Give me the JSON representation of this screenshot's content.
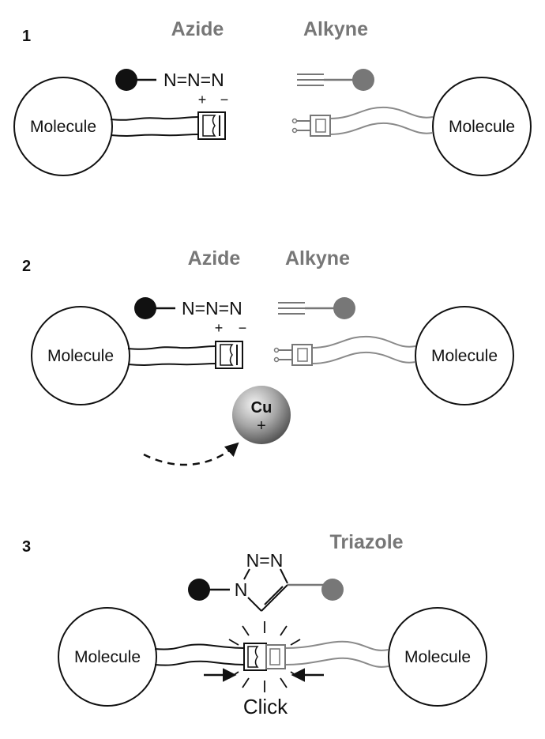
{
  "colors": {
    "ink": "#111111",
    "gray": "#777777",
    "light_gray": "#8a8a8a"
  },
  "steps": [
    {
      "number": "1",
      "azide_title": "Azide",
      "alkyne_title": "Alkyne",
      "azide_formula": "N=N=N",
      "plus": "+",
      "minus": "−",
      "molecule_left": "Molecule",
      "molecule_right": "Molecule"
    },
    {
      "number": "2",
      "azide_title": "Azide",
      "alkyne_title": "Alkyne",
      "azide_formula": "N=N=N",
      "plus": "+",
      "minus": "−",
      "molecule_left": "Molecule",
      "molecule_right": "Molecule",
      "catalyst_symbol": "Cu",
      "catalyst_charge": "+"
    },
    {
      "number": "3",
      "product_title": "Triazole",
      "ring_n_top": "N=N",
      "ring_n_left": "N",
      "molecule_left": "Molecule",
      "molecule_right": "Molecule",
      "click_label": "Click"
    }
  ],
  "icons": [
    "black-ball-icon",
    "gray-ball-icon",
    "buckle-female-icon",
    "buckle-male-icon",
    "copper-ion-icon",
    "dashed-arrow-icon",
    "press-arrow-icon",
    "burst-lines-icon"
  ]
}
